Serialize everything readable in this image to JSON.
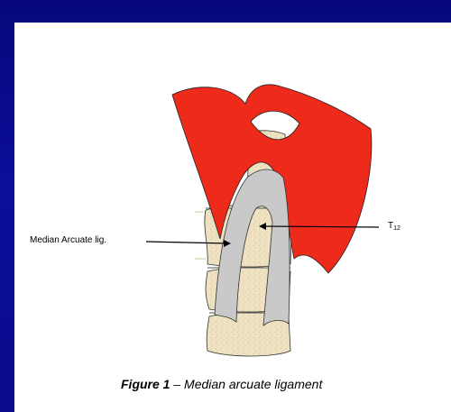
{
  "figure": {
    "labels": {
      "median_arcuate": "Median Arcuate lig.",
      "t12_main": "T",
      "t12_sub": "12"
    },
    "caption": {
      "figure_number": "Figure 1",
      "text": " – Median arcuate ligament"
    }
  },
  "colors": {
    "background": "#0a0c8c",
    "panel": "#ffffff",
    "diaphragm": "#ee2a1b",
    "ligament": "#c9c9c9",
    "vertebra": "#efe3c4"
  }
}
